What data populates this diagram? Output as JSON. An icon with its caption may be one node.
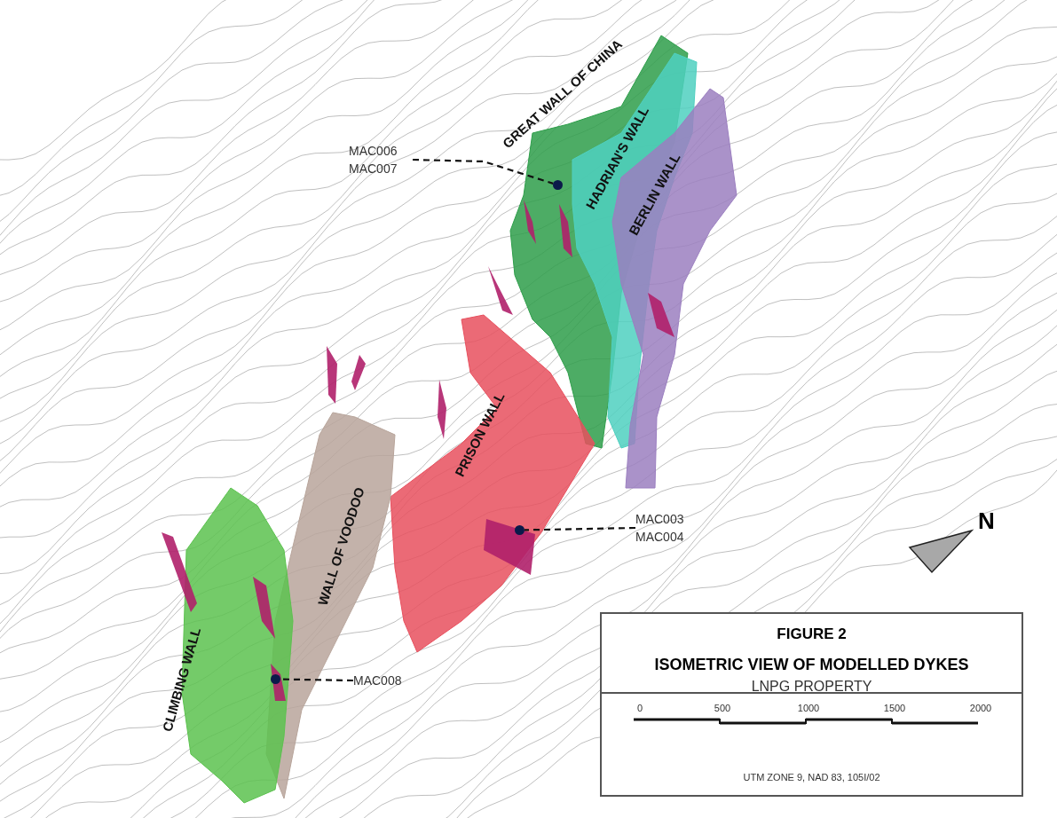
{
  "diagram": {
    "nodes": [
      {
        "text": [
          "MAC006",
          "MAC007"
        ]
      },
      {
        "text": [],
        "shape": "circle"
      },
      {
        "text": [],
        "shape": "circle"
      },
      {
        "text": [
          "MAC003",
          "MAC004"
        ]
      },
      {
        "text": [],
        "shape": "circle"
      },
      {
        "text": [
          "MAC008"
        ]
      }
    ],
    "edges": [
      {
        "from": 0,
        "to": 1,
        "arrow": "none",
        "style": "dashed"
      },
      {
        "from": 3,
        "to": 2,
        "arrow": "none",
        "style": "dashed"
      },
      {
        "from": 5,
        "to": 4,
        "arrow": "none",
        "style": "dashed"
      }
    ],
    "labels": [
      "GREAT WALL OF CHINA",
      "HADRIAN'S WALL",
      "BERLIN WALL",
      "PRISON WALL",
      "N",
      "WALL OF VOODOO",
      "CLIMBING WALL",
      "FIGURE 2",
      "ISOMETRIC VIEW OF MODELLED DYKES",
      "LNPG PROPERTY",
      "0",
      "500",
      "1000",
      "1500",
      "2000",
      "UTM ZONE 9, NAD 83, 105I/02"
    ]
  }
}
